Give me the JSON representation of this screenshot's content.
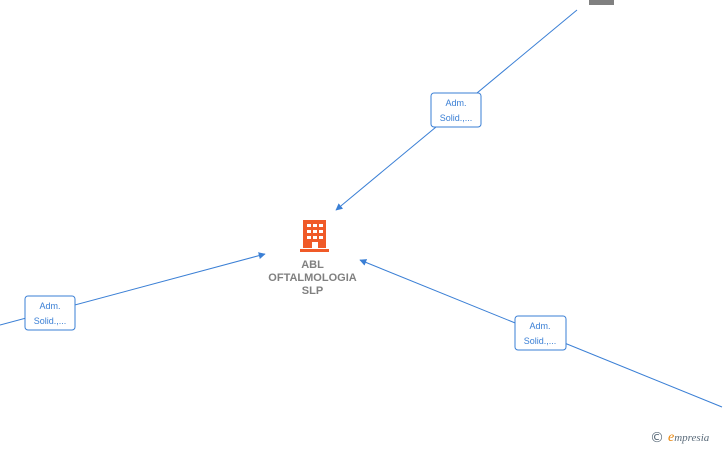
{
  "colors": {
    "edge": "#3a7fd5",
    "company_icon": "#f05a28",
    "node_text": "#808080",
    "person_icon": "#808080"
  },
  "icons": {
    "company": "building-icon",
    "person": "person-icon"
  },
  "company": {
    "name_lines": [
      "ABL",
      "OFTALMOLOGIA",
      "SLP"
    ]
  },
  "edges": [
    {
      "id": "top",
      "label_lines": [
        "Adm.",
        "Solid.,..."
      ]
    },
    {
      "id": "left",
      "label_lines": [
        "Adm.",
        "Solid.,..."
      ]
    },
    {
      "id": "right",
      "label_lines": [
        "Adm.",
        "Solid.,..."
      ]
    }
  ],
  "watermark": {
    "copyright": "©",
    "brand_initial": "e",
    "brand_rest": "mpresia"
  }
}
